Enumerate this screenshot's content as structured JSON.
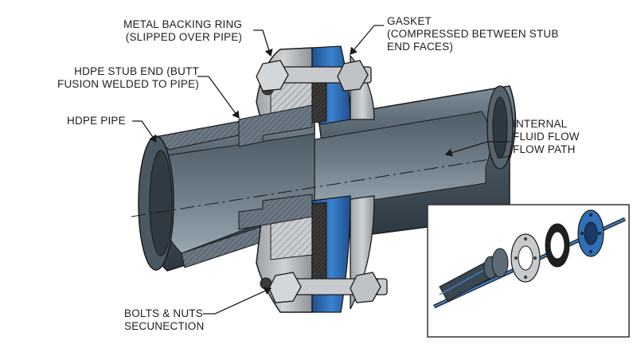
{
  "labels": {
    "backing_ring": [
      "METAL BACKING RING",
      "(SLIPPED OVER PIPE)"
    ],
    "gasket": [
      "GASKET",
      "(COMPRESSED BETWEEN STUB",
      "END FACES)"
    ],
    "stub_end": [
      "HDPE STUB END (BUTT",
      "FUSION WELDED TO PIPE)"
    ],
    "hdpe_pipe": [
      "HDPE PIPE"
    ],
    "flow_path": [
      "INTERNAL",
      "FLUID FLOW",
      "FLOW PATH"
    ],
    "bolts": [
      "BOLTS & NUTS",
      "SECUNECTION"
    ]
  },
  "colors": {
    "pipe_dark": "#3a4650",
    "pipe_mid": "#5d6b76",
    "pipe_light": "#8d9ba6",
    "metal": "#b9bdc0",
    "metal_dark": "#8a8f93",
    "gasket_blue": "#2f6fb5",
    "gasket_black": "#2a2a2a",
    "outline": "#1a1a1a",
    "inset_border": "#333333"
  },
  "icons": [
    "bolt-icon",
    "nut-icon",
    "flow-arrow-icon"
  ]
}
